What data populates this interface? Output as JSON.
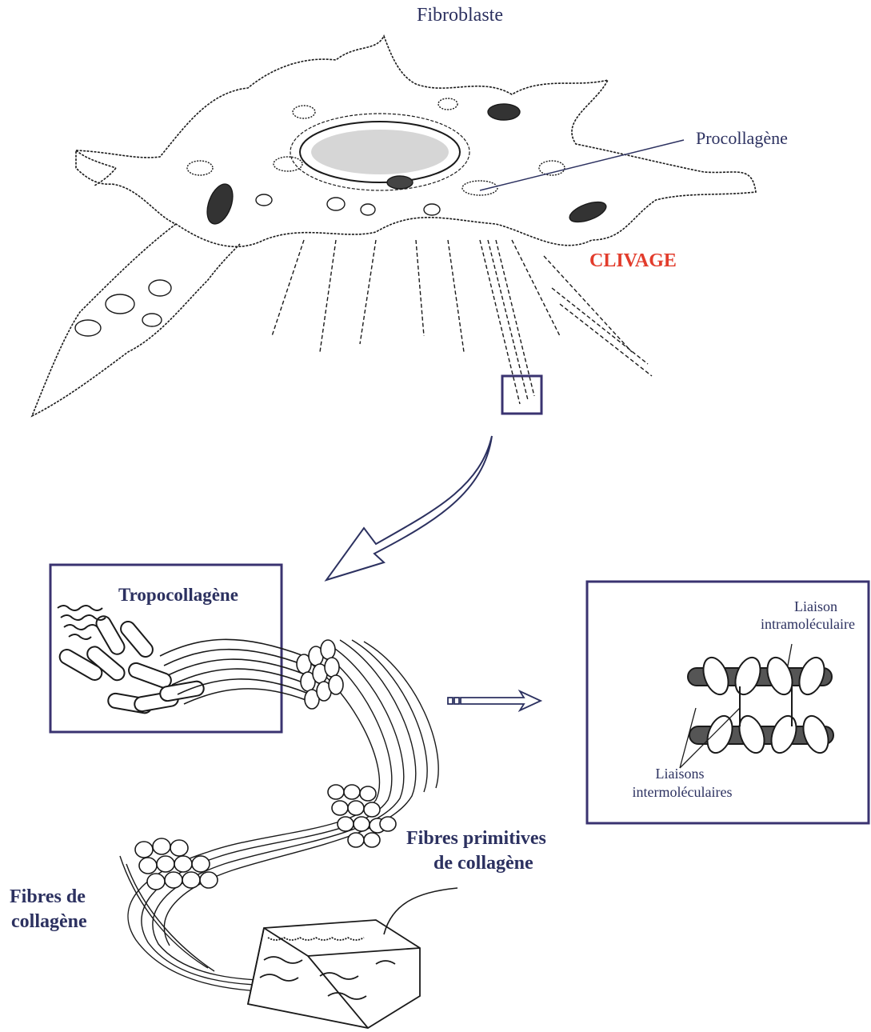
{
  "labels": {
    "fibroblaste": "Fibroblaste",
    "procollagene": "Procollagène",
    "clivage": "CLIVAGE",
    "tropocollagene": "Tropocollagène",
    "liaison_intra_line1": "Liaison",
    "liaison_intra_line2": "intramoléculaire",
    "liaisons_inter_line1": "Liaisons",
    "liaisons_inter_line2": "intermoléculaires",
    "fibres_primitives_line1": "Fibres primitives",
    "fibres_primitives_line2": "de collagène",
    "fibres_collagene_line1": "Fibres de",
    "fibres_collagene_line2": "collagène"
  },
  "colors": {
    "text_navy": "#2c3160",
    "frame_navy": "#3a3370",
    "highlight_red": "#e23c2c",
    "ink": "#1a1a1a"
  }
}
